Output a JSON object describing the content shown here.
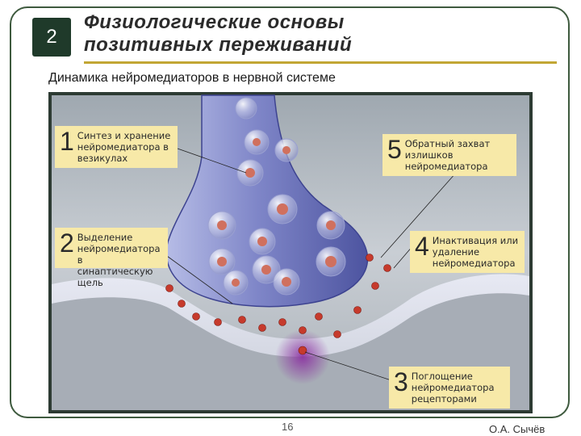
{
  "slide": {
    "number": "2",
    "title_line1": "Физиологические основы",
    "title_line2": "позитивных переживаний",
    "subtitle": "Динамика нейромедиаторов в нервной системе",
    "page_number": "16",
    "author": "О.А. Сычёв"
  },
  "callouts": [
    {
      "num": "1",
      "line1": "Синтез и хранение",
      "line2": "нейромедиатора в",
      "line3": "везикулах"
    },
    {
      "num": "2",
      "line1": "Выделение",
      "line2": "нейромедиатора в",
      "line3": "синаптическую щель"
    },
    {
      "num": "3",
      "line1": "Поглощение",
      "line2": "нейромедиатора",
      "line3": "рецепторами"
    },
    {
      "num": "4",
      "line1": "Инактивация или",
      "line2": "удаление",
      "line3": "нейромедиатора"
    },
    {
      "num": "5",
      "line1": "Обратный захват",
      "line2": "излишков",
      "line3": "нейромедиатора"
    }
  ],
  "colors": {
    "frame": "#3e5a3e",
    "number_box": "#1f3a2a",
    "title_rule": "#c2a634",
    "callout_bg": "#f7e9a8",
    "figure_bg": "#b9bfc6",
    "neuron": "#7f86c8",
    "molecule": "#c63a2c",
    "receptor_glow": "#8a2ea0"
  }
}
